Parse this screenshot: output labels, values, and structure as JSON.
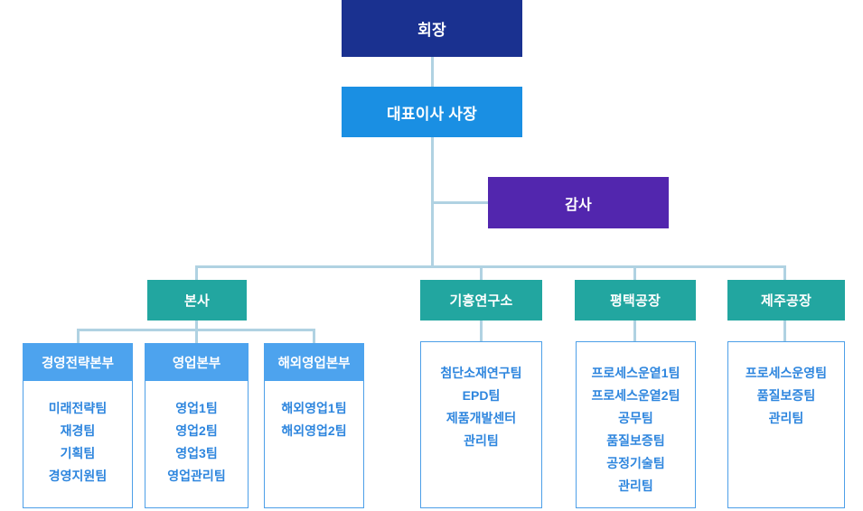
{
  "chart": {
    "title_text": "",
    "colors": {
      "chairman": "#1a3190",
      "ceo": "#1a8fe3",
      "audit": "#5226ae",
      "division": "#22a6a0",
      "headquarters_header": "#4da3ee",
      "panel_border": "#4d9fe8",
      "team_text": "#2e86de",
      "connector": "#b0d2e2",
      "background": "#ffffff"
    }
  },
  "chairman": {
    "label": "회장"
  },
  "ceo": {
    "label": "대표이사 사장"
  },
  "audit": {
    "label": "감사"
  },
  "divisions": [
    {
      "label": "본사"
    },
    {
      "label": "기흥연구소"
    },
    {
      "label": "평택공장"
    },
    {
      "label": "제주공장"
    }
  ],
  "headquarters": [
    {
      "label": "경영전략본부",
      "teams": [
        "미래전략팀",
        "재경팀",
        "기획팀",
        "경영지원팀"
      ]
    },
    {
      "label": "영업본부",
      "teams": [
        "영업1팀",
        "영업2팀",
        "영업3팀",
        "영업관리팀"
      ]
    },
    {
      "label": "해외영업본부",
      "teams": [
        "해외영업1팀",
        "해외영업2팀"
      ]
    }
  ],
  "panels": [
    {
      "owner": "기흥연구소",
      "teams": [
        "첨단소재연구팀",
        "EPD팀",
        "제품개발센터",
        "관리팀"
      ]
    },
    {
      "owner": "평택공장",
      "teams": [
        "프로세스운옅1팀",
        "프로세스운옅2팀",
        "공무팀",
        "품질보증팀",
        "공정기술팀",
        "관리팀"
      ]
    },
    {
      "owner": "제주공장",
      "teams": [
        "프로세스운영팀",
        "품질보증팀",
        "관리팀"
      ]
    }
  ]
}
